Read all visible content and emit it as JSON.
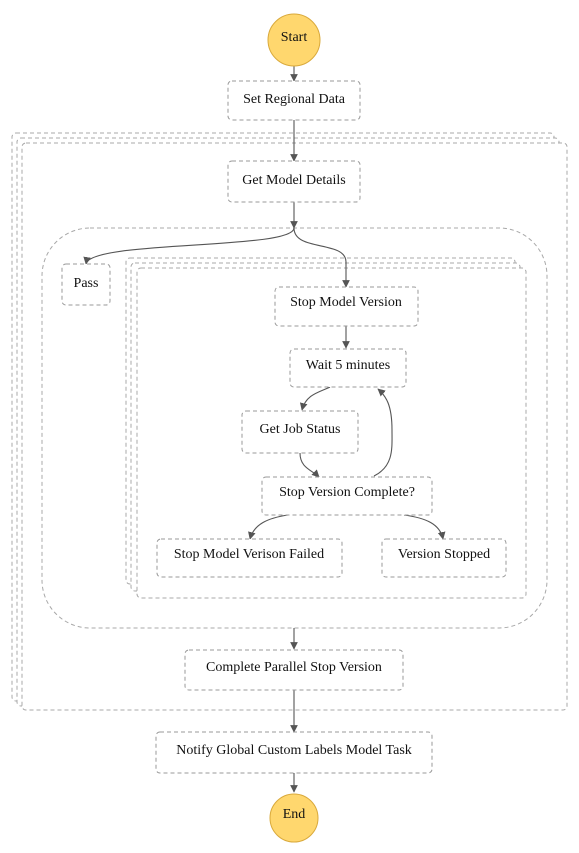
{
  "colors": {
    "terminal_fill": "#ffd76e",
    "box_border": "#9a9a9a",
    "edge": "#555555"
  },
  "nodes": {
    "start": "Start",
    "set_regional_data": "Set Regional Data",
    "get_model_details": "Get Model Details",
    "pass": "Pass",
    "stop_model_version": "Stop Model Version",
    "wait_5_minutes": "Wait 5 minutes",
    "get_job_status": "Get Job Status",
    "stop_version_complete": "Stop Version Complete?",
    "stop_model_version_failed": "Stop Model Verison Failed",
    "version_stopped": "Version Stopped",
    "complete_parallel_stop_version": "Complete Parallel Stop Version",
    "notify_global": "Notify Global Custom Labels Model Task",
    "end": "End"
  }
}
